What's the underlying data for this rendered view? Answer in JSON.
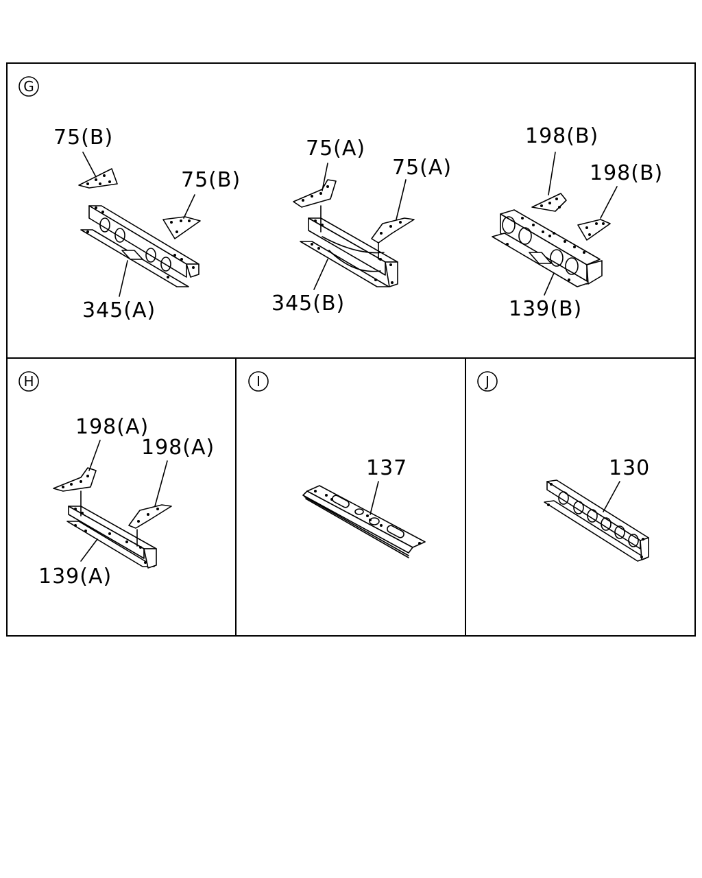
{
  "panels": {
    "G": {
      "marker": "G",
      "labels": {
        "a": "75(B)",
        "b": "75(B)",
        "c": "345(A)",
        "d": "75(A)",
        "e": "75(A)",
        "f": "345(B)",
        "g": "198(B)",
        "h": "198(B)",
        "i": "139(B)"
      }
    },
    "H": {
      "marker": "H",
      "labels": {
        "a": "198(A)",
        "b": "198(A)",
        "c": "139(A)"
      }
    },
    "I": {
      "marker": "I",
      "labels": {
        "a": "137"
      }
    },
    "J": {
      "marker": "J",
      "labels": {
        "a": "130"
      }
    }
  }
}
